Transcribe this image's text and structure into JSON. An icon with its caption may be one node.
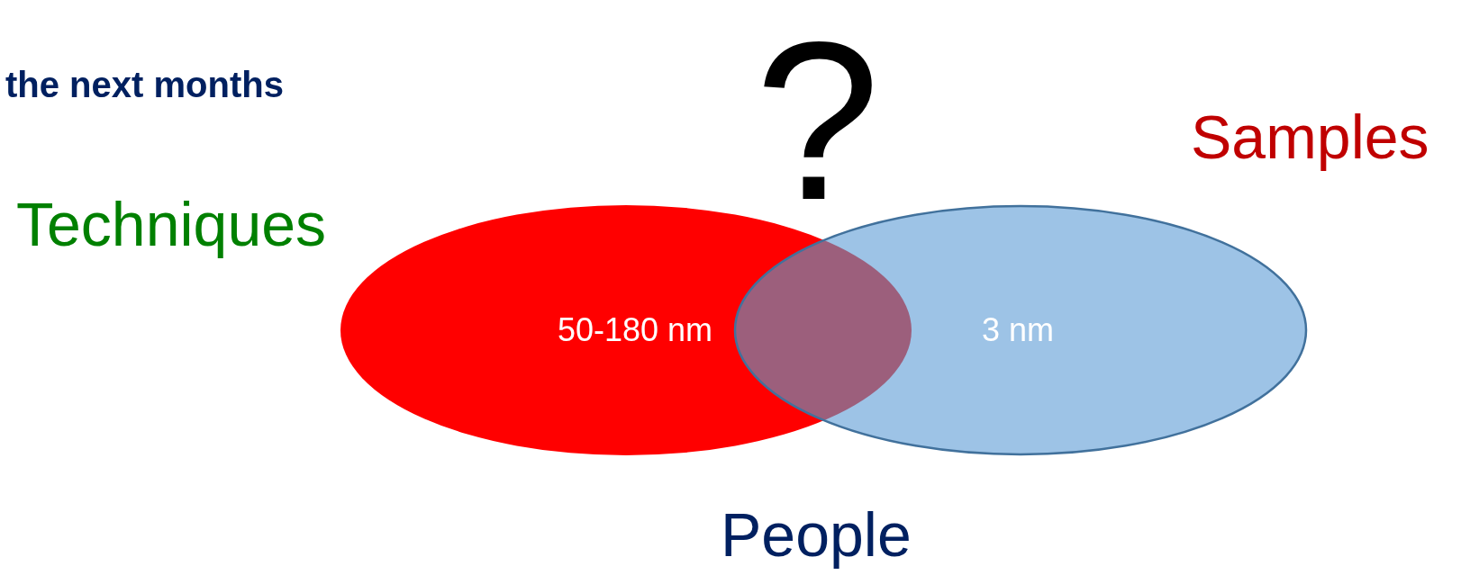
{
  "diagram": {
    "nodes": [
      {
        "text": [
          "50-180 nm"
        ]
      },
      {
        "text": [
          "3 nm"
        ]
      }
    ],
    "labels": [
      "the next months",
      "?",
      "Samples",
      "Techniques",
      "People"
    ]
  }
}
